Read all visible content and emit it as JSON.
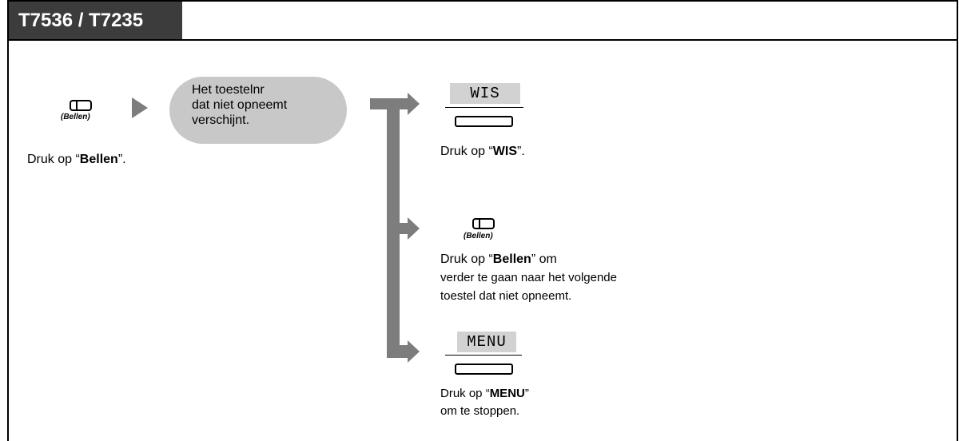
{
  "header": {
    "title": "T7536 / T7235"
  },
  "step1": {
    "key_caption": "(Bellen)",
    "instruction_pre": "Druk op “",
    "instruction_bold": "Bellen",
    "instruction_post": "”."
  },
  "bubble": {
    "lines": [
      "Het toestelnr",
      "dat niet opneemt",
      "verschijnt."
    ]
  },
  "option_wis": {
    "lcd_text": "WIS",
    "instruction_pre": "Druk op “",
    "instruction_bold": "WIS",
    "instruction_post": "”."
  },
  "option_bellen": {
    "key_caption": "(Bellen)",
    "instruction_pre": "Druk op “",
    "instruction_bold": "Bellen",
    "instruction_post": "” om",
    "line2": "verder te gaan naar het volgende",
    "line3": "toestel dat niet opneemt."
  },
  "option_menu": {
    "lcd_text": "MENU",
    "instruction_pre": "Druk op “",
    "instruction_bold": "MENU",
    "instruction_post": "”",
    "line2": "om te stoppen."
  }
}
